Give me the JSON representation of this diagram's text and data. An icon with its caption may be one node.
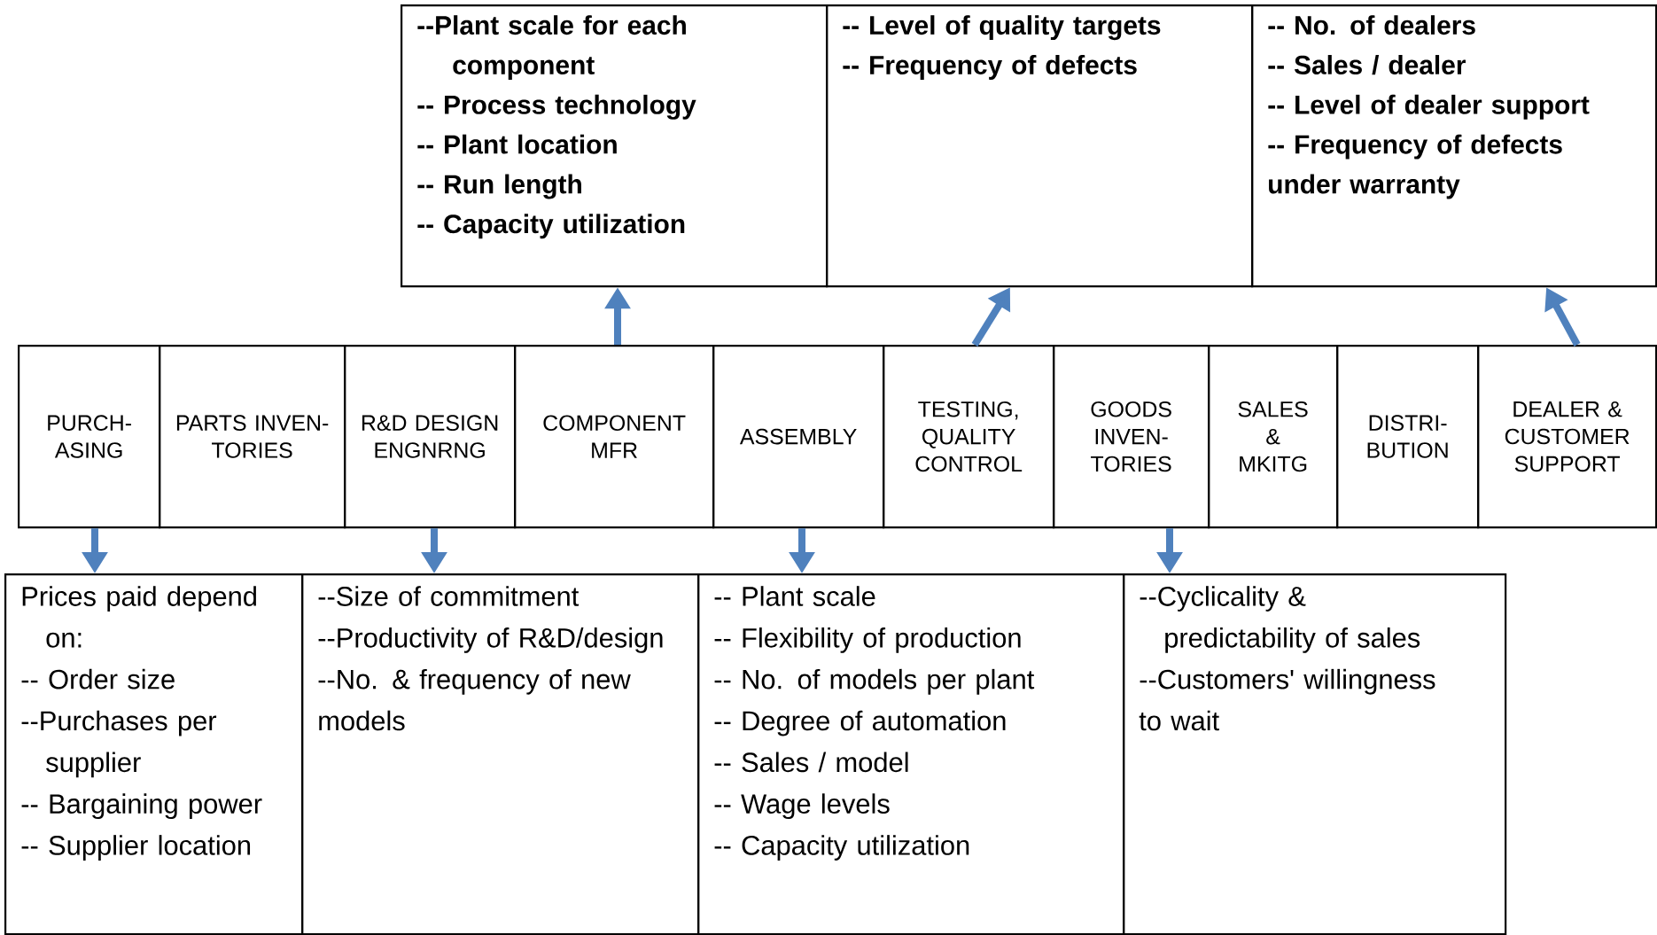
{
  "diagram": {
    "nodes": [
      {
        "text": [
          "--Plant scale for each component",
          "-- Process technology",
          "-- Plant location",
          "-- Run length",
          "-- Capacity utilization"
        ]
      },
      {
        "text": [
          "-- Level of quality targets",
          "-- Frequency of defects"
        ]
      },
      {
        "text": [
          "-- No. of dealers",
          "-- Sales / dealer",
          "-- Level of dealer support",
          "-- Frequency of defects under warranty"
        ]
      },
      {
        "text": [
          "PURCH- ASING"
        ]
      },
      {
        "text": [
          "PARTS INVEN- TORIES"
        ]
      },
      {
        "text": [
          "R&D DESIGN ENGNRNG"
        ]
      },
      {
        "text": [
          "COMPONENT MFR"
        ]
      },
      {
        "text": [
          "ASSEMBLY"
        ]
      },
      {
        "text": [
          "TESTING, QUALITY CONTROL"
        ]
      },
      {
        "text": [
          "GOODS INVEN- TORIES"
        ]
      },
      {
        "text": [
          "SALES & MKITG"
        ]
      },
      {
        "text": [
          "DISTRI- BUTION"
        ]
      },
      {
        "text": [
          "DEALER & CUSTOMER SUPPORT"
        ]
      },
      {
        "text": [
          "Prices paid depend on:",
          "-- Order size",
          "--Purchases per supplier",
          "-- Bargaining power",
          "-- Supplier location"
        ]
      },
      {
        "text": [
          "--Size of commitment",
          "--Productivity of R&D/design",
          "--No. & frequency of new models"
        ]
      },
      {
        "text": [
          "-- Plant scale",
          "-- Flexibility of production",
          "-- No. of models per plant",
          "-- Degree of automation",
          "-- Sales / model",
          "-- Wage levels",
          "-- Capacity utilization"
        ]
      },
      {
        "text": [
          "--Cyclicality & predictability of sales",
          "--Customers' willingness to wait"
        ]
      }
    ],
    "edges": [
      {
        "from": 6,
        "to": 0,
        "arrow": "to"
      },
      {
        "from": 8,
        "to": 1,
        "arrow": "to"
      },
      {
        "from": 12,
        "to": 2,
        "arrow": "to"
      },
      {
        "from": 3,
        "to": 13,
        "arrow": "to"
      },
      {
        "from": 5,
        "to": 14,
        "arrow": "to"
      },
      {
        "from": 7,
        "to": 15,
        "arrow": "to"
      },
      {
        "from": 9,
        "to": 16,
        "arrow": "to"
      }
    ]
  }
}
